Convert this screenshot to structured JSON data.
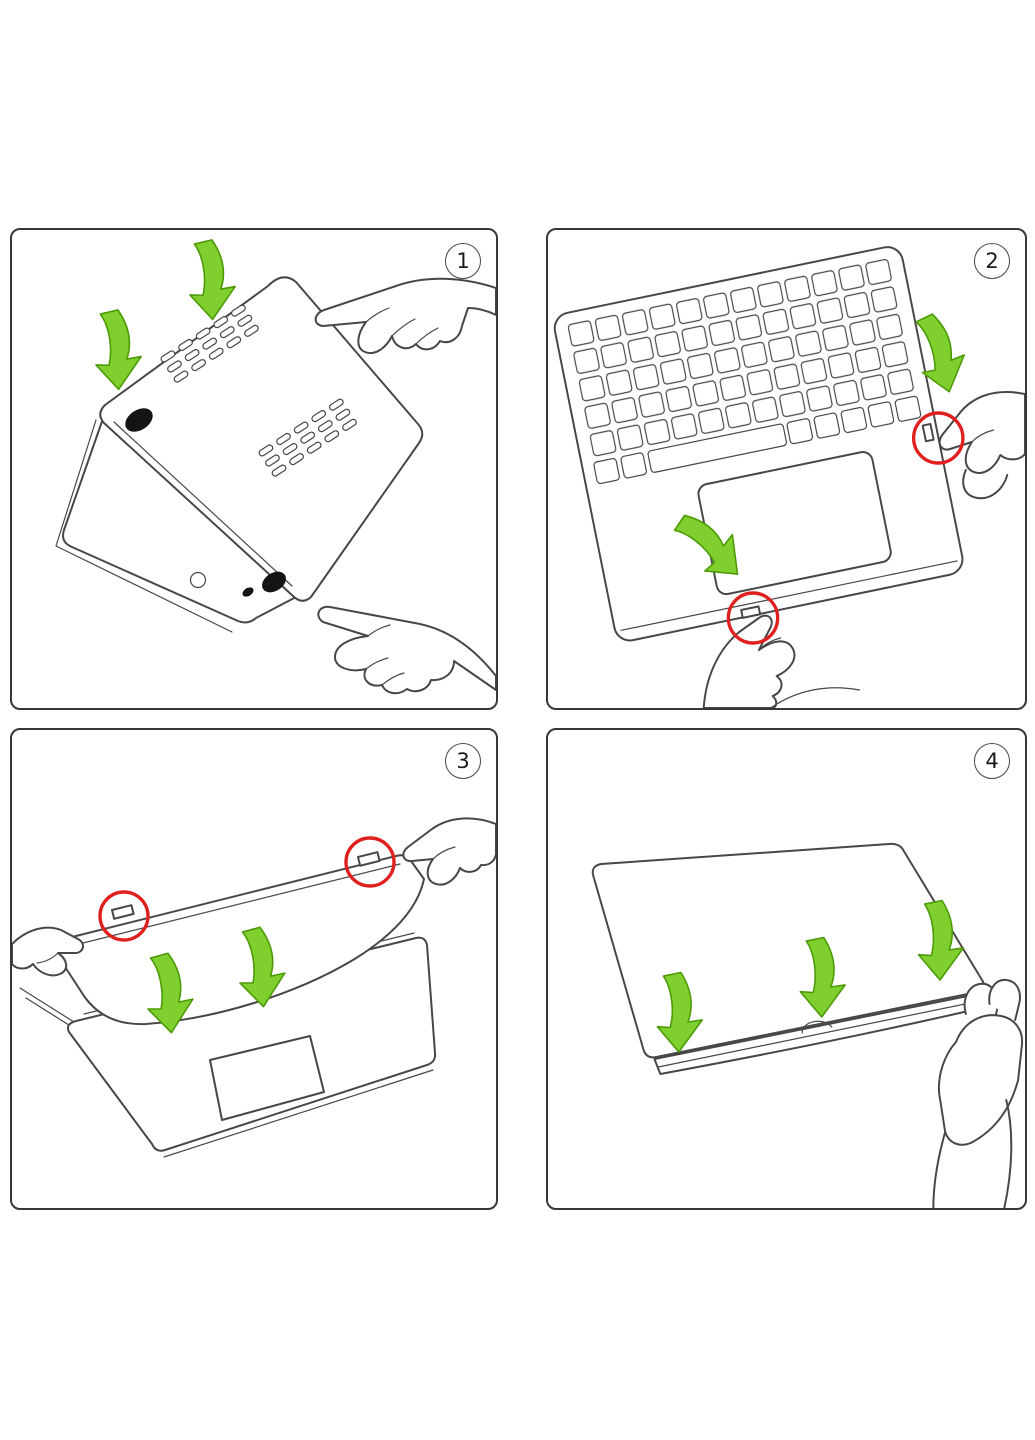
{
  "colors": {
    "background": "#ffffff",
    "line": "#474747",
    "panel_border": "#383838",
    "green": "#7fd02f",
    "green_dark": "#4c9a06",
    "red": "#e01f1f",
    "black": "#141414"
  },
  "panels": [
    {
      "number": "1"
    },
    {
      "number": "2"
    },
    {
      "number": "3"
    },
    {
      "number": "4"
    }
  ]
}
